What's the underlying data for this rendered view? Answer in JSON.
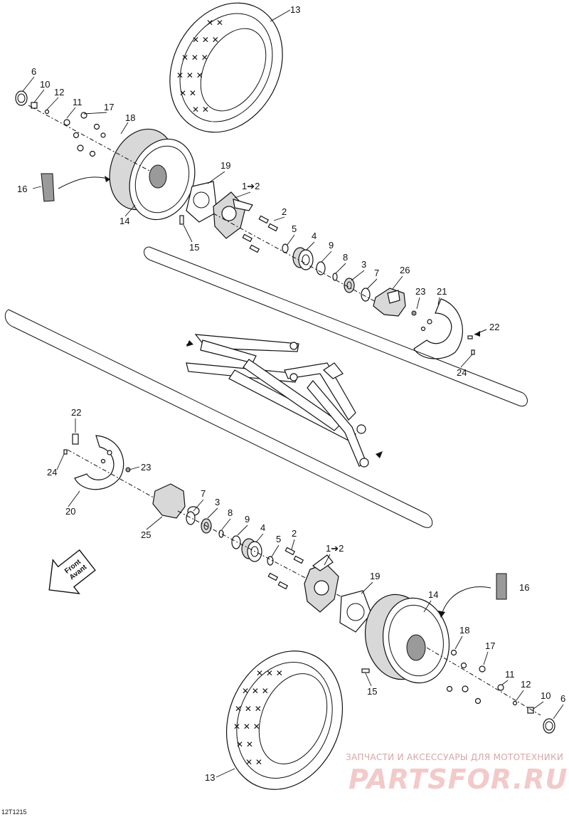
{
  "diagram": {
    "code": "12T1215",
    "direction_label": [
      "Front",
      "Avant"
    ],
    "callouts": {
      "top": [
        "13",
        "6",
        "10",
        "12",
        "11",
        "17",
        "18",
        "16",
        "14",
        "19",
        "1➔2",
        "2",
        "15",
        "5",
        "4",
        "9",
        "8",
        "3",
        "7",
        "26",
        "23",
        "21",
        "22",
        "24"
      ],
      "bottom": [
        "22",
        "24",
        "23",
        "20",
        "7",
        "3",
        "25",
        "8",
        "9",
        "4",
        "5",
        "2",
        "1➔2",
        "19",
        "14",
        "16",
        "18",
        "17",
        "15",
        "11",
        "12",
        "10",
        "6",
        "13"
      ]
    }
  },
  "watermark": {
    "tagline": "ЗАПЧАСТИ И АКСЕССУАРЫ ДЛЯ МОТОТЕХНИКИ",
    "logo": "PARTSFOR.RU"
  }
}
